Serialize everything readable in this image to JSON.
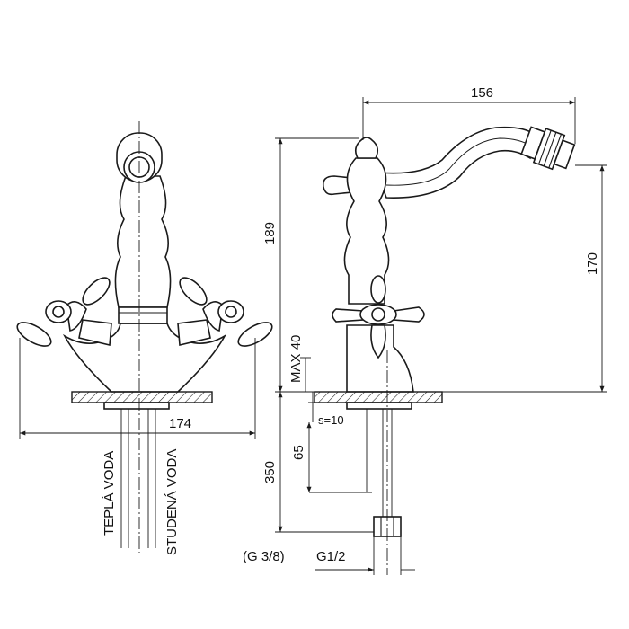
{
  "front_view": {
    "width_dim": "174",
    "hot_label": "TEPLÁ VODA",
    "cold_label": "STUDENÁ VODA"
  },
  "side_view": {
    "spout_reach_dim": "156",
    "total_height_dim": "189",
    "outlet_height_dim": "170",
    "max_thickness_label": "MAX 40",
    "s_dim": "s=10",
    "inner_dim": "65",
    "pipe_length_dim": "350",
    "thread_front": "(G 3/8)",
    "thread_side": "G1/2"
  }
}
